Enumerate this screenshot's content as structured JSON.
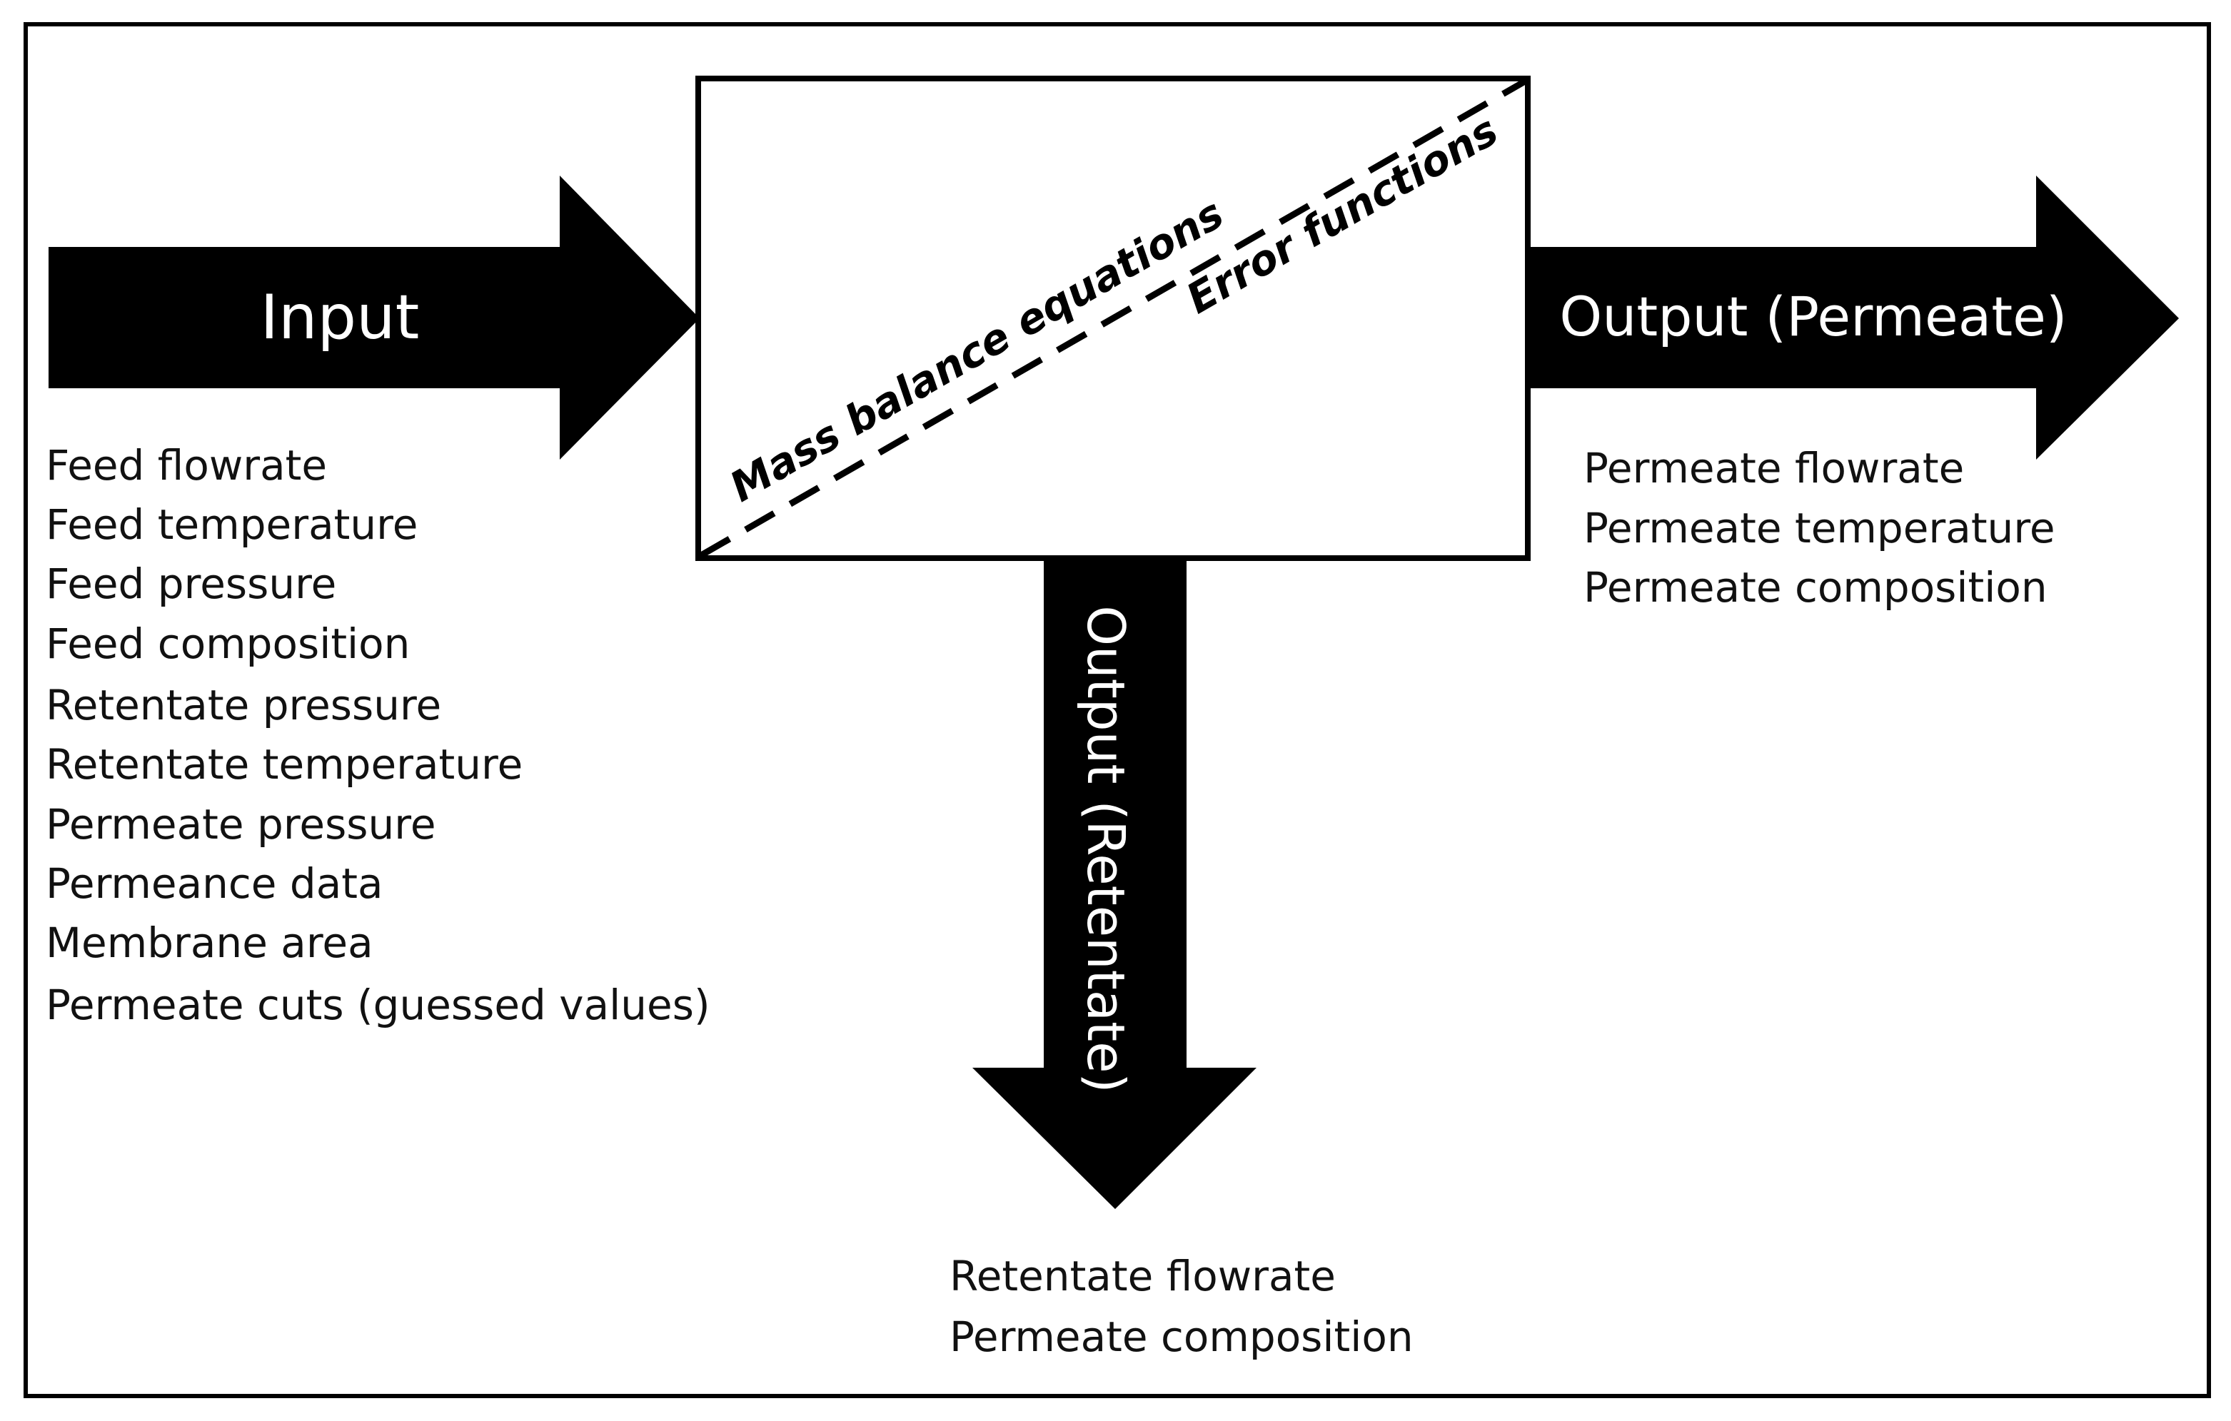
{
  "diagram": {
    "input_arrow_label": "Input",
    "permeate_arrow_label": "Output (Permeate)",
    "retentate_arrow_label": "Output (Retentate)",
    "box_upper_text": "Mass balance equations",
    "box_lower_text": "Error functions",
    "inputs": [
      "Feed flowrate",
      "Feed temperature",
      "Feed pressure",
      "Feed composition",
      "Retentate pressure",
      "Retentate temperature",
      "Permeate pressure",
      "Permeance data",
      "Membrane area",
      "Permeate cuts (guessed values)"
    ],
    "permeate_outputs": [
      "Permeate flowrate",
      "Permeate temperature",
      "Permeate composition"
    ],
    "retentate_outputs": [
      "Retentate flowrate",
      "Permeate composition"
    ]
  },
  "colors": {
    "arrow_fill": "#000000",
    "text": "#111111",
    "background": "#ffffff"
  }
}
